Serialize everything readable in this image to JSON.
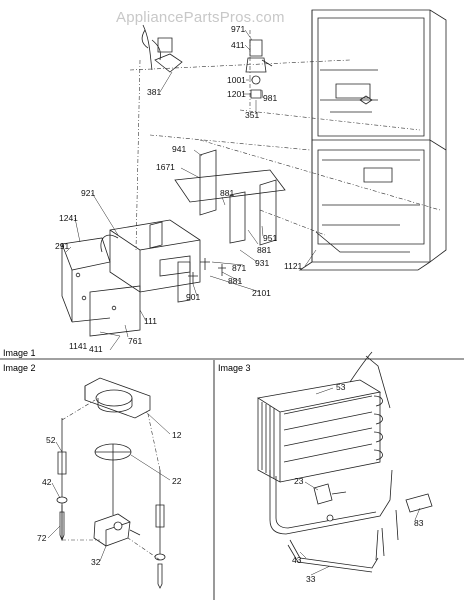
{
  "watermark": "AppliancePartsPros.com",
  "sections": {
    "image1": "Image 1",
    "image2": "Image 2",
    "image3": "Image 3"
  },
  "parts_image1": [
    "381",
    "971",
    "411",
    "1001",
    "1201",
    "981",
    "351",
    "941",
    "1671",
    "921",
    "881",
    "1241",
    "291",
    "951",
    "881",
    "931",
    "1121",
    "871",
    "881",
    "2101",
    "901",
    "111",
    "1141",
    "411",
    "761"
  ],
  "parts_image2": [
    "52",
    "12",
    "22",
    "42",
    "72",
    "32"
  ],
  "parts_image3": [
    "53",
    "23",
    "83",
    "43",
    "33"
  ]
}
